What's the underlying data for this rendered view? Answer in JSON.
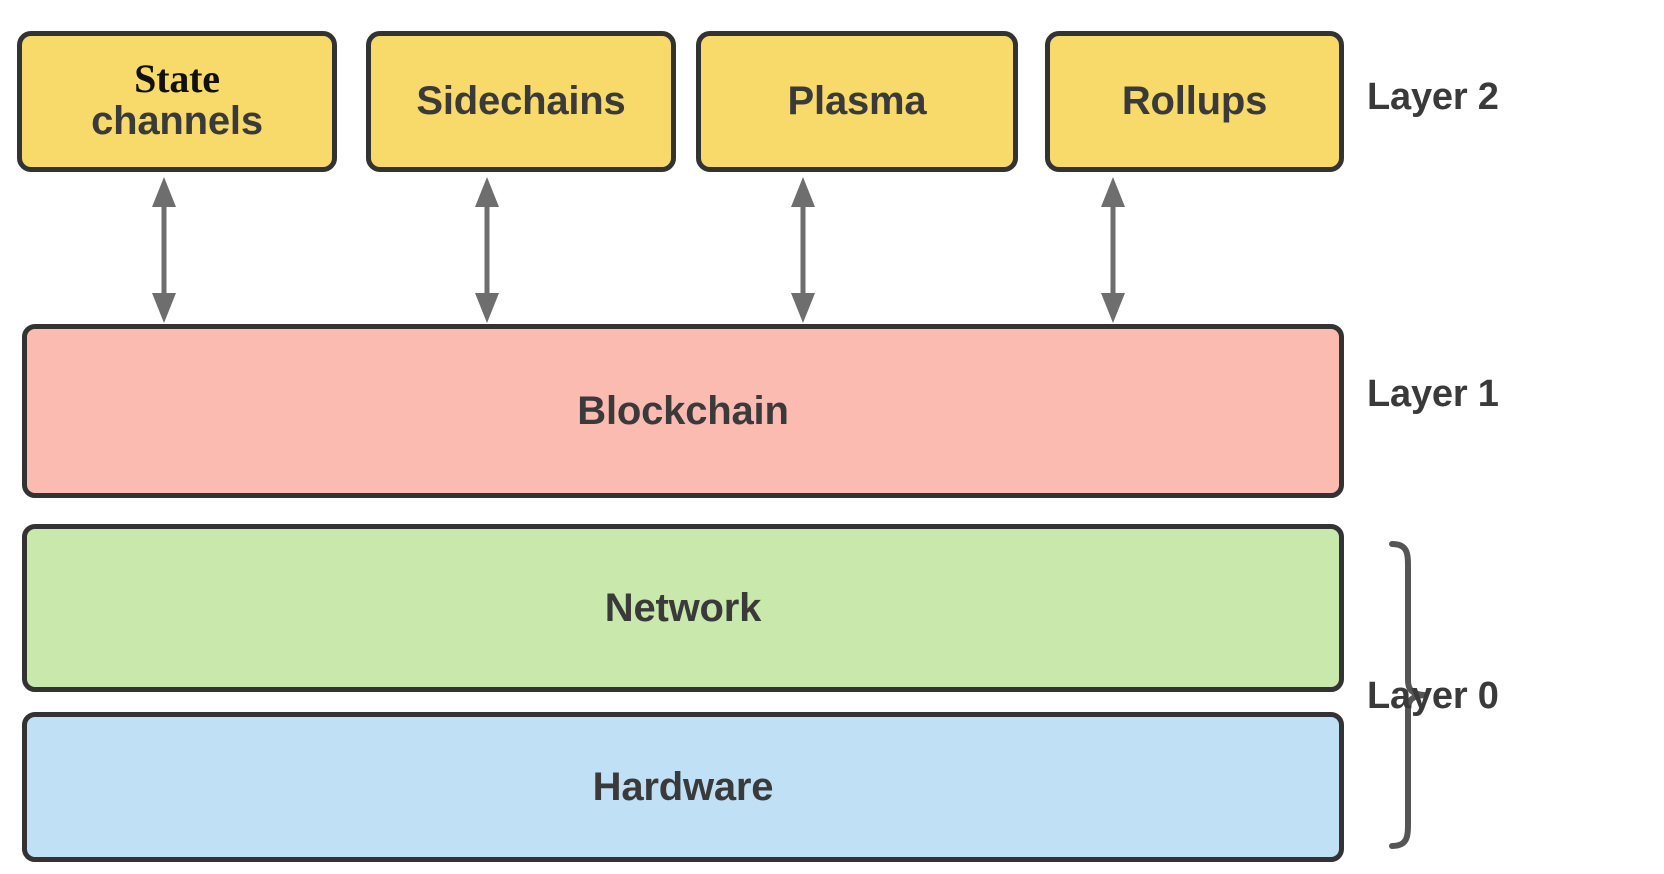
{
  "diagram": {
    "title": "Blockchain scaling layer stack",
    "colors": {
      "layer2_fill": "#F8DA6A",
      "layer1_fill": "#FCBBB1",
      "network_fill": "#C8E8AC",
      "hardware_fill": "#BFE0F5",
      "stroke": "#333333",
      "text": "#3A3A3A",
      "arrow": "#6E6E6E",
      "background": "#FFFFFF"
    },
    "layer2": {
      "cards": [
        {
          "line1": "State",
          "line2": "channels"
        },
        {
          "line1": "Sidechains",
          "line2": ""
        },
        {
          "line1": "Plasma",
          "line2": ""
        },
        {
          "line1": "Rollups",
          "line2": ""
        }
      ]
    },
    "bars": [
      {
        "label": "Blockchain"
      },
      {
        "label": "Network"
      },
      {
        "label": "Hardware"
      }
    ],
    "layer_labels": {
      "layer2": "Layer 2",
      "layer1": "Layer 1",
      "layer0": "Layer 0"
    },
    "connectors": {
      "count": 4,
      "style": "double-headed-vertical-arrow",
      "from": "layer2-card",
      "to": "blockchain-bar"
    },
    "brace": {
      "groups": [
        "Network",
        "Hardware"
      ],
      "labelled_as": "Layer 0"
    }
  }
}
